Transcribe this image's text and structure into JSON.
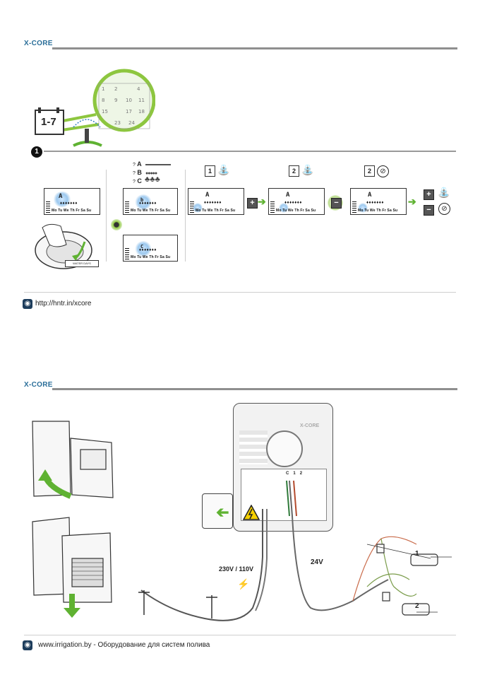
{
  "page1": {
    "brand": "X-CORE",
    "calendar_label": "1-7",
    "step_number": "1",
    "display_letter": "A",
    "watering_options": [
      {
        "mark": "?",
        "letter": "A"
      },
      {
        "mark": "?",
        "letter": "B"
      },
      {
        "mark": "?",
        "letter": "C"
      }
    ],
    "days": "Mo Tu We Th Fr Sa Su",
    "day_icons": [
      "1",
      "2",
      "2"
    ],
    "knob_label": "WATER DAYS",
    "plus_label": "+",
    "minus_label": "−",
    "footer_url": "http://hntr.in/xcore",
    "colors": {
      "accent_green": "#5fb232",
      "brand_blue": "#2a6e99",
      "rule_gray": "#8f8f8f"
    }
  },
  "page2": {
    "brand": "X-CORE",
    "device_label": "X-CORE",
    "voltage_mains": "230V / 110V",
    "voltage_low": "24V",
    "terminals": [
      "C",
      "1",
      "2"
    ],
    "zone_labels": [
      "1",
      "2"
    ],
    "footer_text": "www.irrigation.by - Оборудование для систем полива"
  }
}
